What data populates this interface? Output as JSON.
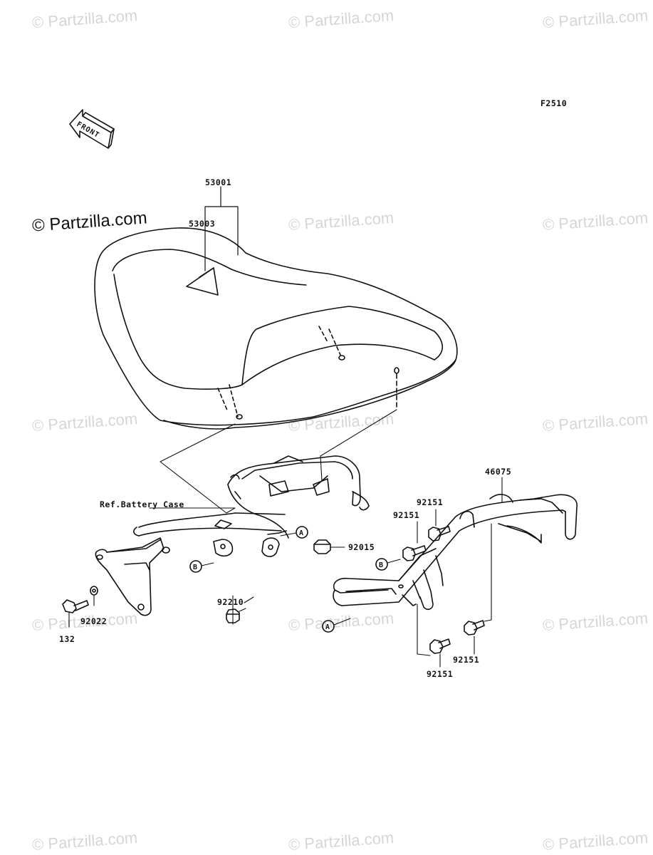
{
  "figure_code": "F2510",
  "front_arrow_label": "FRONT",
  "watermark": "© Partzilla.com",
  "callouts": {
    "seat_assembly": "53001",
    "seat_cover": "53003",
    "nut_92015": "92015",
    "bolt_92210": "92210",
    "washer_92022": "92022",
    "bolt_132": "132",
    "grab_rail": "46075",
    "bolt_92151_a": "92151",
    "bolt_92151_b": "92151",
    "bolt_92151_c": "92151",
    "bolt_92151_d": "92151",
    "ref_battery_case": "Ref.Battery Case"
  },
  "markers": {
    "a": "A",
    "b": "B"
  }
}
